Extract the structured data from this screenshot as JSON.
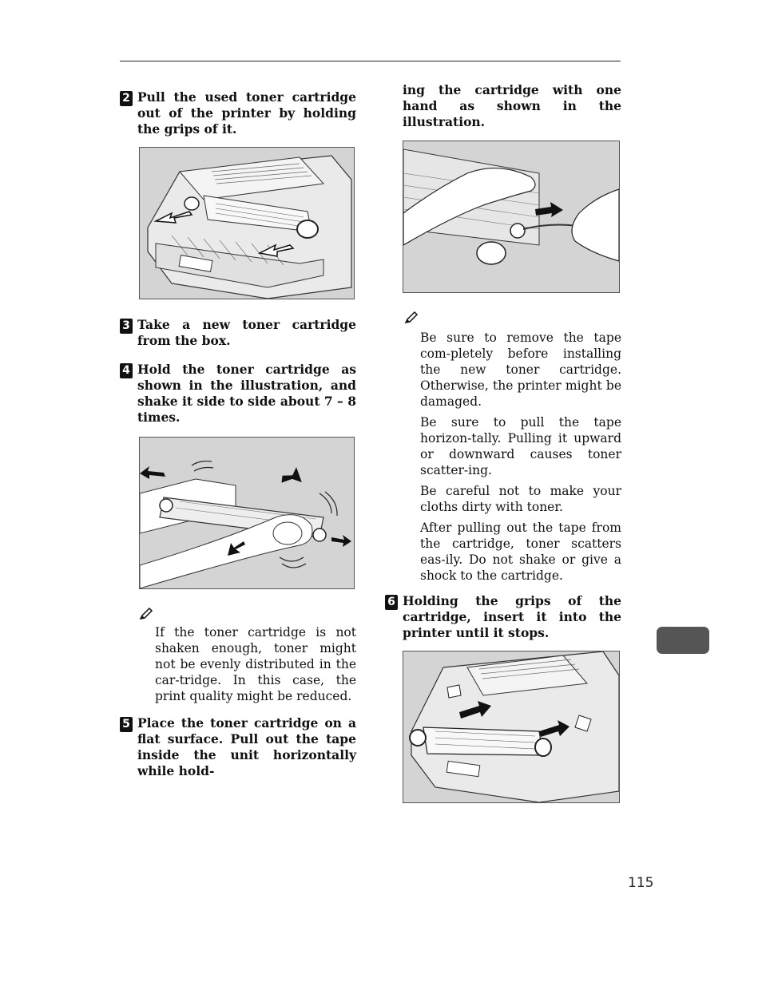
{
  "steps": {
    "step2": {
      "number": "2",
      "text": "Pull the used toner cartridge out of the printer by holding the grips of it."
    },
    "step3": {
      "number": "3",
      "text": "Take a new toner cartridge from the box."
    },
    "step4": {
      "number": "4",
      "text": "Hold the toner cartridge as shown in the illustration, and shake it side to side about 7 – 8 times."
    },
    "step5": {
      "number": "5",
      "text": "Place the toner cartridge on a flat surface. Pull out the tape inside the unit horizontally while hold-"
    },
    "step5_cont": {
      "text": "ing the cartridge with one hand as shown in the illustration."
    },
    "step6": {
      "number": "6",
      "text": "Holding the grips of the cartridge, insert it into the printer until it stops."
    }
  },
  "notes": {
    "note_step4": [
      "If the toner cartridge is not shaken enough, toner might not be evenly distributed in the car-tridge. In this case, the print quality might be reduced."
    ],
    "note_step5": [
      "Be sure to remove the tape com-pletely before installing the new toner cartridge. Otherwise, the printer might be damaged.",
      "Be sure to pull the tape horizon-tally. Pulling it upward or downward causes toner scatter-ing.",
      "Be careful not to make your cloths dirty with toner.",
      "After pulling out the tape from the cartridge, toner scatters eas-ily. Do not shake or give a shock to the cartridge."
    ]
  },
  "icons": {
    "note": "pencil-icon",
    "section_tab": "chapter-tab"
  },
  "colors": {
    "figure_background": "#d4d4d4",
    "tab": "#555555"
  },
  "page_number": "115"
}
